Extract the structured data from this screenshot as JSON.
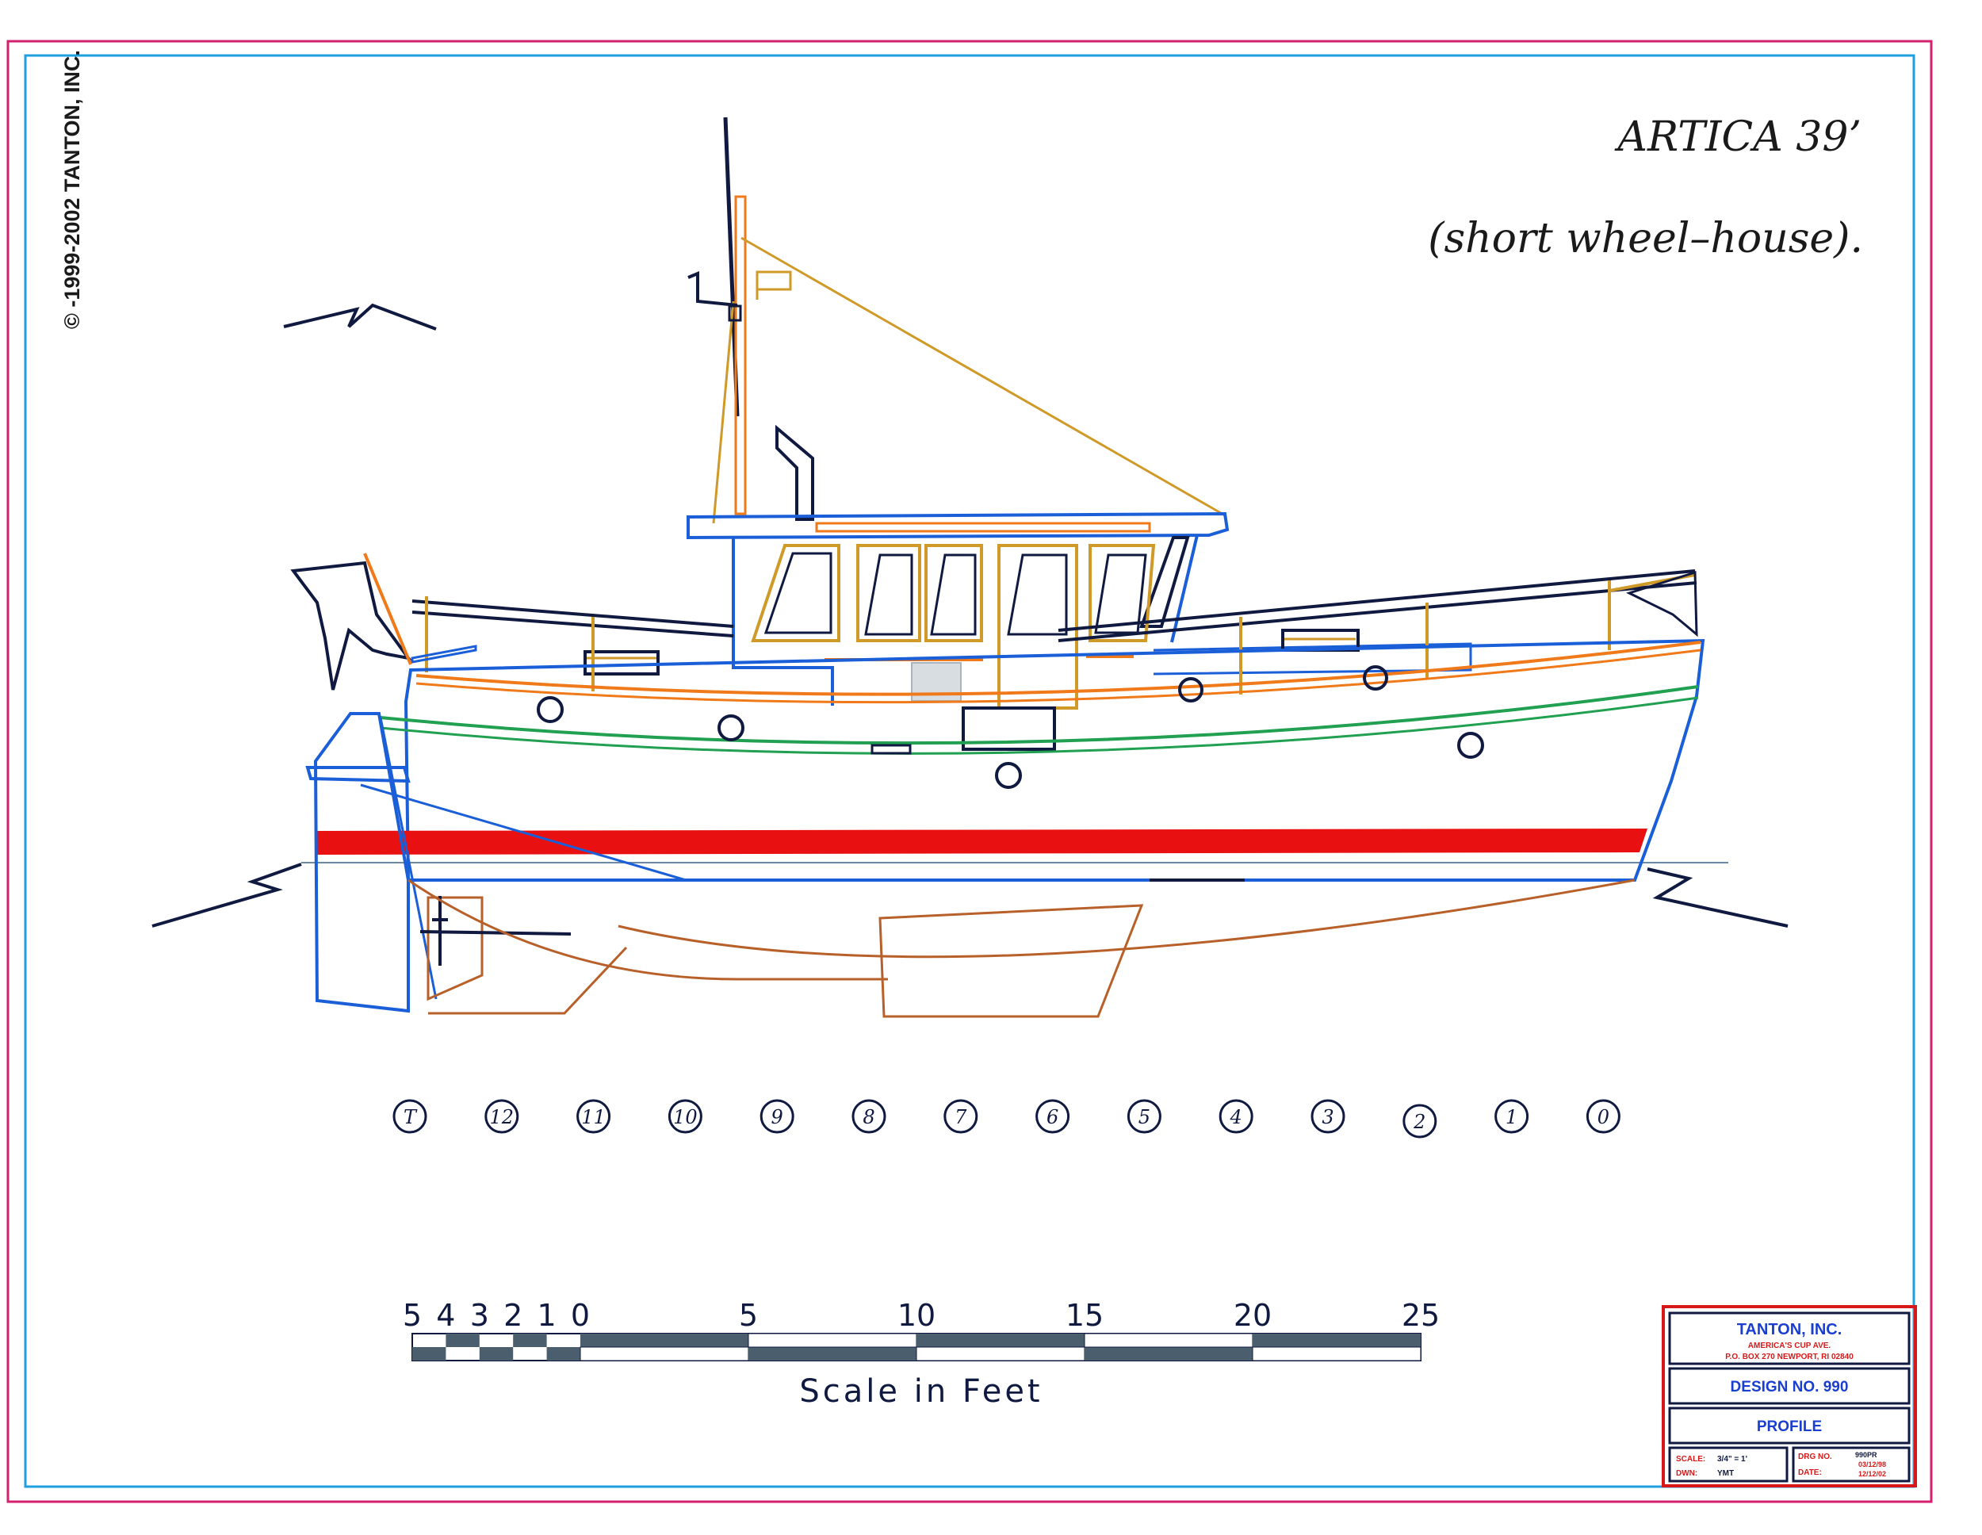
{
  "copyright": "© -1999-2002 TANTON, INC.",
  "title": {
    "line1": "ARTICA 39’",
    "line2": "(short wheel–house)."
  },
  "stations": [
    "T",
    "12",
    "11",
    "10",
    "9",
    "8",
    "7",
    "6",
    "5",
    "4",
    "3",
    "2",
    "1",
    "0"
  ],
  "scale_bar": {
    "caption": "Scale in Feet",
    "left_labels": [
      "5",
      "4",
      "3",
      "2",
      "1",
      "0"
    ],
    "right_labels": [
      "5",
      "10",
      "15",
      "20",
      "25"
    ]
  },
  "title_block": {
    "company": "TANTON, INC.",
    "address1": "AMERICA'S CUP AVE.",
    "address2": "P.O. BOX 270 NEWPORT, RI 02840",
    "design": "DESIGN NO. 990",
    "sheet": "PROFILE",
    "scale_label": "SCALE:",
    "scale_value": "3/4\" = 1'",
    "dwn_label": "DWN:",
    "dwn_value": "YMT",
    "drg_label": "DRG NO.",
    "drg_value": "990PR",
    "date_label": "DATE:",
    "date1": "03/12/98",
    "date2": "12/12/02"
  },
  "colors": {
    "border_outer": "#d4206e",
    "border_inner": "#1ea0e0",
    "hull_blue": "#1a5fd8",
    "navy": "#101a40",
    "orange": "#f07a1a",
    "gold": "#d09a28",
    "green": "#20a050",
    "boot_red": "#e81010",
    "bottom_brown": "#b8602a",
    "scale_dark": "#4a5e6e",
    "title_block": "#d81818",
    "title_text": "#1a3fd0"
  }
}
